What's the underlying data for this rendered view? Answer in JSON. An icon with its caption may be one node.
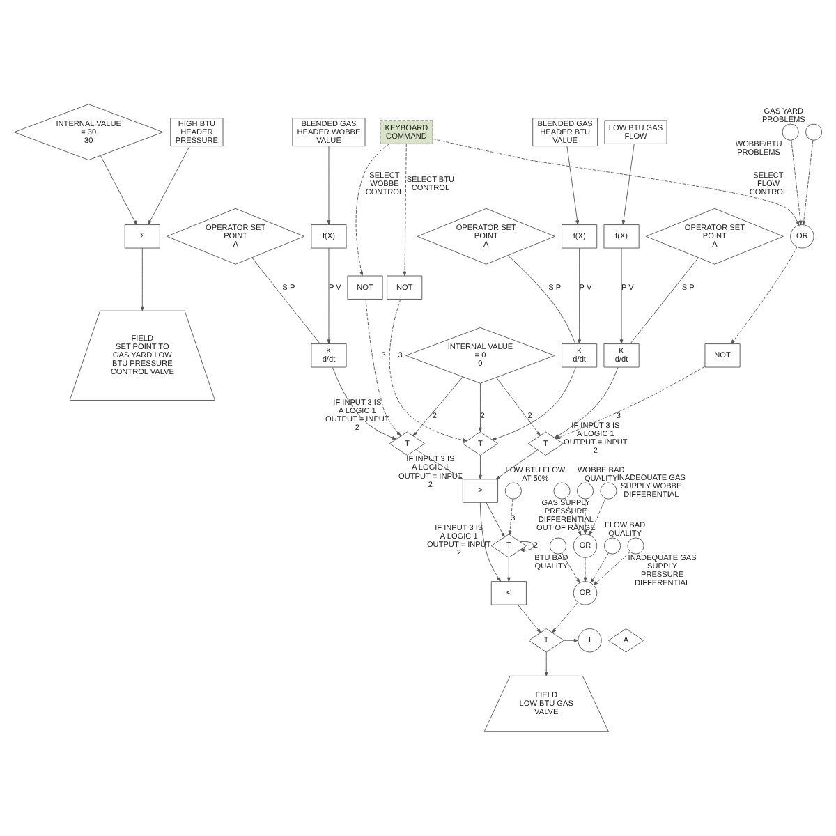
{
  "diagram": {
    "nodes": [
      {
        "text": [
          "INTERNAL VALUE = 30",
          "30"
        ]
      },
      {
        "text": [
          "HIGH BTU HEADER PRESSURE"
        ]
      },
      {
        "text": [
          "Σ"
        ]
      },
      {
        "text": [
          "FIELD",
          "SET POINT TO GAS YARD LOW BTU PRESSURE CONTROL VALVE"
        ]
      },
      {
        "text": [
          "BLENDED GAS HEADER WOBBE VALUE"
        ]
      },
      {
        "text": [
          "OPERATOR SET POINT",
          "A"
        ]
      },
      {
        "text": [
          "f(X)"
        ]
      },
      {
        "text": [
          "K",
          "d/dt"
        ]
      },
      {
        "text": [
          "BLENDED GAS HEADER BTU VALUE"
        ]
      },
      {
        "text": [
          "OPERATOR SET POINT",
          "A"
        ]
      },
      {
        "text": [
          "f(X)"
        ]
      },
      {
        "text": [
          "K",
          "d/dt"
        ]
      },
      {
        "text": [
          "LOW BTU GAS FLOW"
        ]
      },
      {
        "text": [
          "OPERATOR SET POINT",
          "A"
        ]
      },
      {
        "text": [
          "f(X)"
        ]
      },
      {
        "text": [
          "K",
          "d/dt"
        ]
      },
      {
        "text": [
          "INTERNAL VALUE = 0",
          "0"
        ]
      },
      {
        "text": [],
        "shape": "circle",
        "beside": [
          "GAS YARD PROBLEMS"
        ]
      },
      {
        "text": [],
        "shape": "circle",
        "beside": [
          "WOBBE/BTU PROBLEMS"
        ]
      },
      {
        "text": [
          "OR"
        ]
      },
      {
        "text": [
          "KEYBOARD COMMAND"
        ]
      },
      {
        "text": [
          "NOT"
        ]
      },
      {
        "text": [
          "NOT"
        ]
      },
      {
        "text": [
          "NOT"
        ]
      },
      {
        "text": [
          "T"
        ],
        "beside": [
          "IF INPUT 3 IS A LOGIC 1 OUTPUT = INPUT 2"
        ]
      },
      {
        "text": [
          "T"
        ],
        "beside": [
          "IF INPUT 3 IS A LOGIC 1 OUTPUT = INPUT 2"
        ]
      },
      {
        "text": [
          "T"
        ],
        "beside": [
          "IF INPUT 3 IS A LOGIC 1 OUTPUT = INPUT 2"
        ]
      },
      {
        "text": [
          ">"
        ]
      },
      {
        "text": [
          "T"
        ],
        "beside": [
          "IF INPUT 3 IS A LOGIC 1 OUTPUT = INPUT 2"
        ]
      },
      {
        "text": [
          "<"
        ]
      },
      {
        "text": [],
        "shape": "circle",
        "beside": [
          "LOW BTU FLOW AT 50%"
        ]
      },
      {
        "text": [],
        "shape": "circle",
        "beside": [
          "FLOW BAD QUALITY"
        ]
      },
      {
        "text": [],
        "shape": "circle",
        "beside": [
          "INADEQUATE GAS SUPPLY PRESSURE DIFFERENTIAL"
        ]
      },
      {
        "text": [],
        "shape": "circle",
        "beside": [
          "BTU BAD QUALITY"
        ]
      },
      {
        "text": [],
        "shape": "circle",
        "beside": [
          "GAS SUPPLY PRESSURE DIFFERENTIAL OUT OF RANGE"
        ]
      },
      {
        "text": [],
        "shape": "circle",
        "beside": [
          "WOBBE BAD QUALITY"
        ]
      },
      {
        "text": [],
        "shape": "circle",
        "beside": [
          "INADEQUATE GAS SUPPLY WOBBE DIFFERENTIAL"
        ]
      },
      {
        "text": [
          "OR"
        ]
      },
      {
        "text": [
          "OR"
        ]
      },
      {
        "text": [
          "T"
        ]
      },
      {
        "text": [
          "A"
        ]
      },
      {
        "text": [
          "I"
        ]
      },
      {
        "text": [
          "FIELD",
          "LOW BTU GAS VALVE"
        ]
      }
    ],
    "edges": [
      {
        "from": 0,
        "to": 2,
        "arrow": "to"
      },
      {
        "from": 1,
        "to": 2,
        "arrow": "to"
      },
      {
        "from": 2,
        "to": 3,
        "arrow": "to"
      },
      {
        "from": 4,
        "to": 6,
        "arrow": "to"
      },
      {
        "from": 5,
        "to": 7,
        "arrow": "none",
        "label": "S P"
      },
      {
        "from": 6,
        "to": 7,
        "arrow": "to",
        "label": "P V"
      },
      {
        "from": 8,
        "to": 10,
        "arrow": "to"
      },
      {
        "from": 9,
        "to": 11,
        "arrow": "none",
        "label": "S P"
      },
      {
        "from": 10,
        "to": 11,
        "arrow": "to",
        "label": "P V"
      },
      {
        "from": 12,
        "to": 14,
        "arrow": "to"
      },
      {
        "from": 13,
        "to": 15,
        "arrow": "none",
        "label": "S P"
      },
      {
        "from": 14,
        "to": 15,
        "arrow": "to",
        "label": "P V"
      },
      {
        "from": 7,
        "to": 24,
        "arrow": "to"
      },
      {
        "from": 11,
        "to": 25,
        "arrow": "to"
      },
      {
        "from": 15,
        "to": 26,
        "arrow": "to"
      },
      {
        "from": 17,
        "to": 19,
        "arrow": "to",
        "style": "dashed"
      },
      {
        "from": 18,
        "to": 19,
        "arrow": "to",
        "style": "dashed"
      },
      {
        "from": 20,
        "to": 19,
        "arrow": "to",
        "style": "dashed",
        "label": "SELECT FLOW CONTROL"
      },
      {
        "from": 20,
        "to": 22,
        "arrow": "to",
        "style": "dashed",
        "label": "SELECT BTU CONTROL"
      },
      {
        "from": 20,
        "to": 21,
        "arrow": "to",
        "style": "dashed",
        "label": "SELECT WOBBE CONTROL"
      },
      {
        "from": 19,
        "to": 23,
        "arrow": "to",
        "style": "dashed"
      },
      {
        "from": 16,
        "to": 24,
        "arrow": "to",
        "label": "2"
      },
      {
        "from": 16,
        "to": 25,
        "arrow": "to",
        "label": "2"
      },
      {
        "from": 16,
        "to": 26,
        "arrow": "to",
        "label": "2"
      },
      {
        "from": 21,
        "to": 24,
        "arrow": "to",
        "style": "dashed",
        "label": "3"
      },
      {
        "from": 22,
        "to": 25,
        "arrow": "to",
        "style": "dashed",
        "label": "3"
      },
      {
        "from": 23,
        "to": 26,
        "arrow": "to",
        "style": "dashed",
        "label": "3"
      },
      {
        "from": 24,
        "to": 27,
        "arrow": "to"
      },
      {
        "from": 25,
        "to": 27,
        "arrow": "to"
      },
      {
        "from": 26,
        "to": 27,
        "arrow": "to"
      },
      {
        "from": 27,
        "to": 28,
        "arrow": "to"
      },
      {
        "from": 30,
        "to": 28,
        "arrow": "to",
        "style": "dashed",
        "label": "3"
      },
      {
        "from": 28,
        "to": 28,
        "arrow": "to",
        "label": "2"
      },
      {
        "from": 28,
        "to": 29,
        "arrow": "to"
      },
      {
        "from": 27,
        "to": 29,
        "arrow": "to"
      },
      {
        "from": 31,
        "to": 38,
        "arrow": "to",
        "style": "dashed"
      },
      {
        "from": 32,
        "to": 38,
        "arrow": "to",
        "style": "dashed"
      },
      {
        "from": 33,
        "to": 38,
        "arrow": "to",
        "style": "dashed"
      },
      {
        "from": 34,
        "to": 37,
        "arrow": "to",
        "style": "dashed"
      },
      {
        "from": 35,
        "to": 37,
        "arrow": "to",
        "style": "dashed"
      },
      {
        "from": 36,
        "to": 37,
        "arrow": "to",
        "style": "dashed"
      },
      {
        "from": 37,
        "to": 38,
        "arrow": "to",
        "style": "dashed"
      },
      {
        "from": 38,
        "to": 39,
        "arrow": "to",
        "style": "dashed"
      },
      {
        "from": 29,
        "to": 39,
        "arrow": "to"
      },
      {
        "from": 39,
        "to": 41,
        "arrow": "to"
      },
      {
        "from": 39,
        "to": 42,
        "arrow": "to"
      }
    ]
  }
}
